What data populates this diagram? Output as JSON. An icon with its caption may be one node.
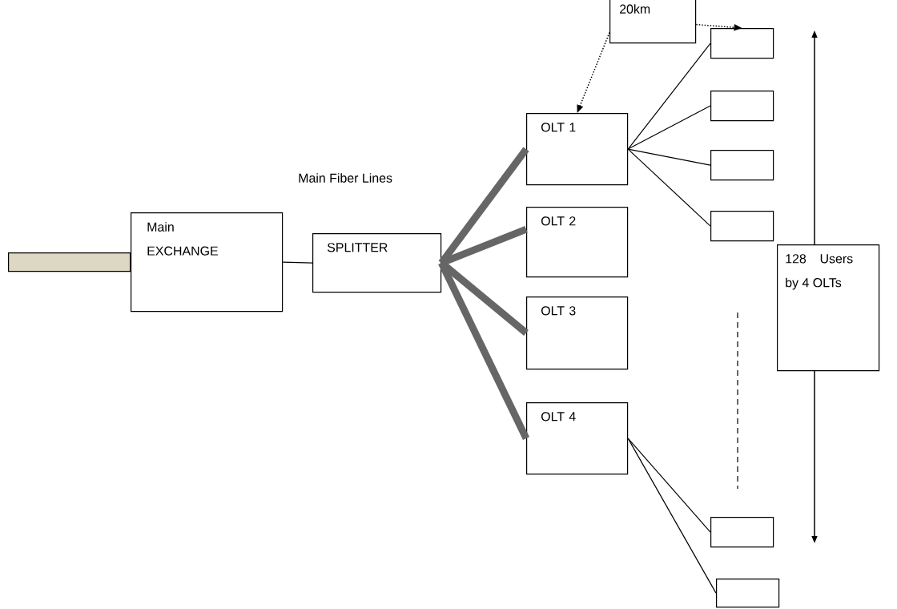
{
  "diagram": {
    "nodes": [
      {
        "text": [],
        "shape": "bar"
      },
      {
        "text": [
          "Main EXCHANGE"
        ]
      },
      {
        "text": [
          "SPLITTER"
        ]
      },
      {
        "text": [
          "OLT 1"
        ]
      },
      {
        "text": [
          "OLT 2"
        ]
      },
      {
        "text": [
          "OLT 3"
        ]
      },
      {
        "text": [
          "OLT 4"
        ]
      },
      {
        "text": [
          "20km"
        ]
      },
      {
        "text": [],
        "shape": "box"
      },
      {
        "text": [],
        "shape": "box"
      },
      {
        "text": [],
        "shape": "box"
      },
      {
        "text": [],
        "shape": "box"
      },
      {
        "text": [],
        "shape": "box"
      },
      {
        "text": [],
        "shape": "box"
      },
      {
        "text": [
          "128 Users by 4 OLTs"
        ]
      }
    ],
    "edges": [
      {
        "from": 1,
        "to": 2,
        "arrow": "none"
      },
      {
        "from": 2,
        "to": 3,
        "arrow": "none",
        "style": "thick",
        "color": "#666666"
      },
      {
        "from": 2,
        "to": 4,
        "arrow": "none",
        "style": "thick",
        "color": "#666666"
      },
      {
        "from": 2,
        "to": 5,
        "arrow": "none",
        "style": "thick",
        "color": "#666666"
      },
      {
        "from": 2,
        "to": 6,
        "arrow": "none",
        "style": "thick",
        "color": "#666666"
      },
      {
        "from": 3,
        "to": 8,
        "arrow": "none"
      },
      {
        "from": 3,
        "to": 9,
        "arrow": "none"
      },
      {
        "from": 3,
        "to": 10,
        "arrow": "none"
      },
      {
        "from": 3,
        "to": 11,
        "arrow": "none"
      },
      {
        "from": 6,
        "to": 12,
        "arrow": "none"
      },
      {
        "from": 6,
        "to": 13,
        "arrow": "none"
      },
      {
        "from": 7,
        "to": 3,
        "arrow": "to",
        "style": "dashed"
      },
      {
        "from": 7,
        "to": 8,
        "arrow": "to",
        "style": "dashed"
      }
    ],
    "labels": [
      "Main Fiber Lines"
    ]
  }
}
